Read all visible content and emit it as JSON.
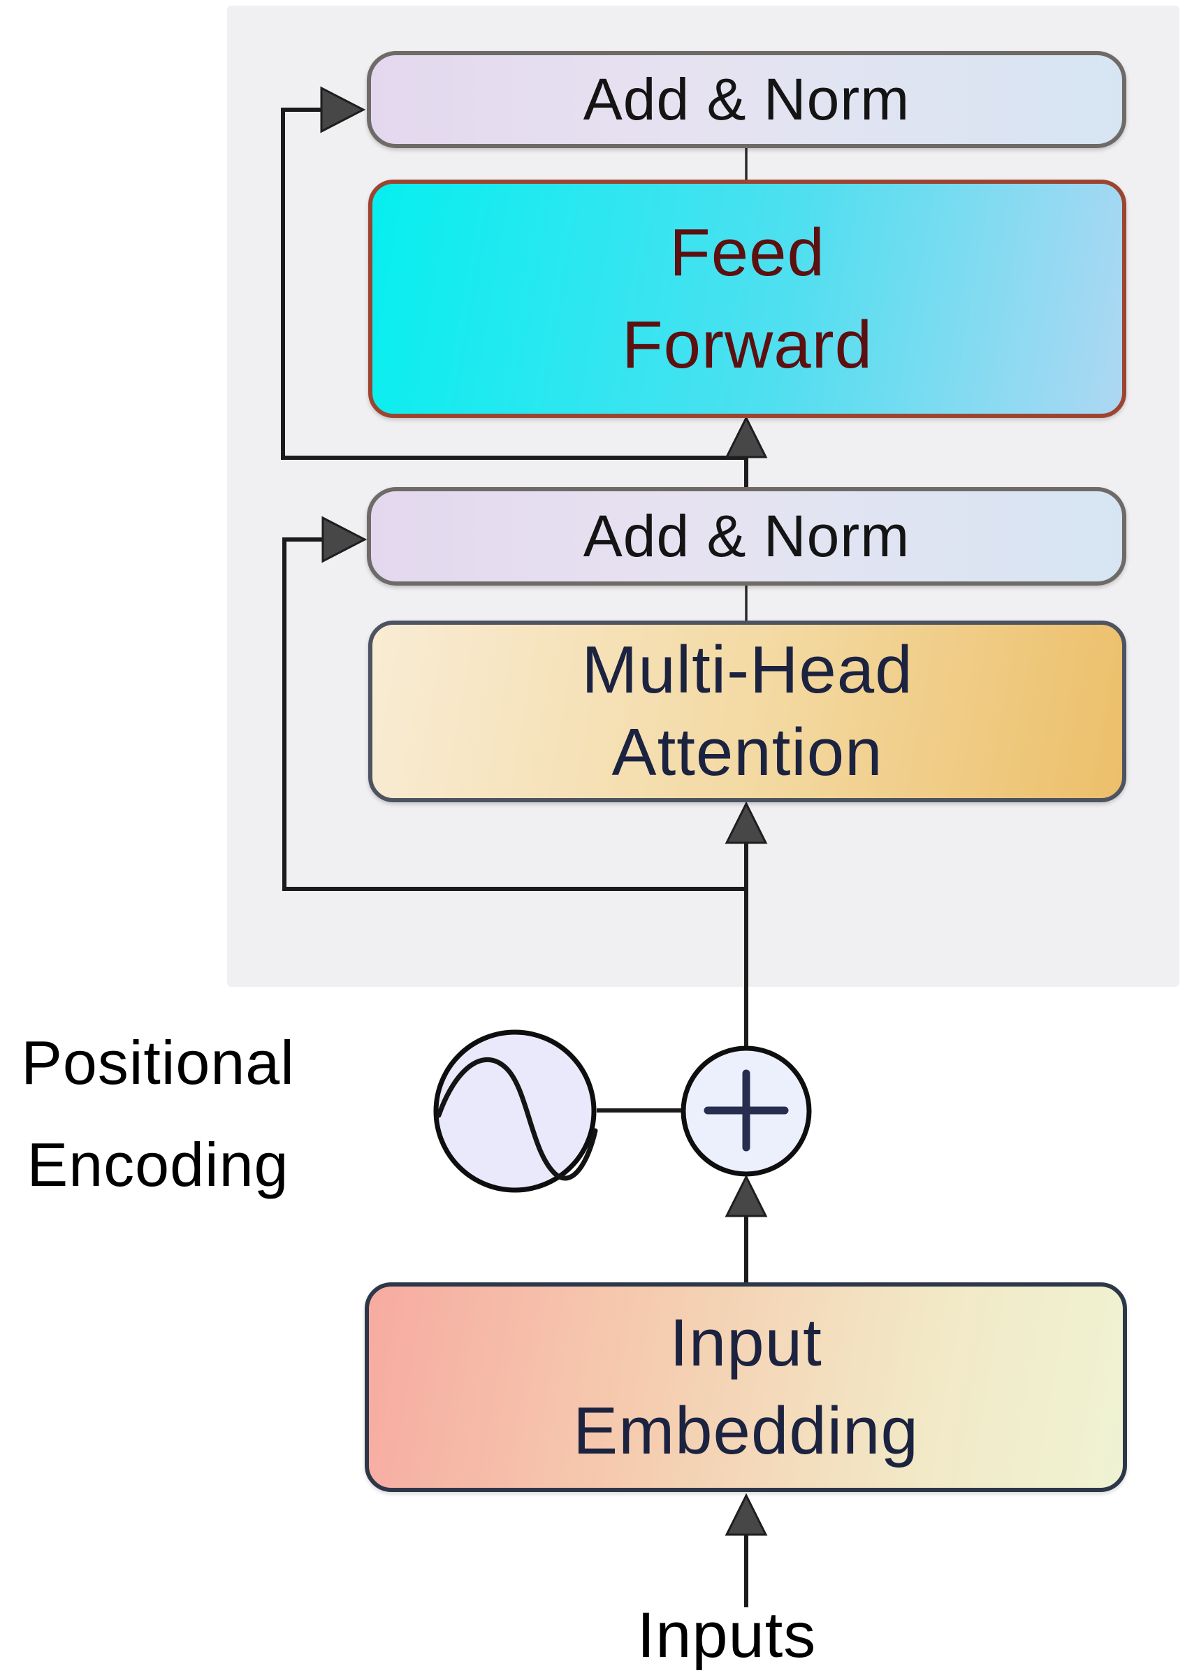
{
  "diagram": {
    "kind": "transformer-encoder-block",
    "blocks": {
      "add_norm_top": {
        "label": "Add & Norm"
      },
      "feed_forward": {
        "line1": "Feed",
        "line2": "Forward"
      },
      "add_norm_mid": {
        "label": "Add & Norm"
      },
      "multi_head_attention": {
        "line1": "Multi-Head",
        "line2": "Attention"
      },
      "input_embedding": {
        "line1": "Input",
        "line2": "Embedding"
      }
    },
    "labels": {
      "positional_encoding_line1": "Positional",
      "positional_encoding_line2": "Encoding",
      "inputs": "Inputs"
    },
    "icons": {
      "sine": "sine-wave-icon",
      "plus": "plus-icon"
    },
    "colors": {
      "panel_background": "#f0eff1",
      "add_norm_gradient_left": "#e4d8ee",
      "add_norm_gradient_right": "#d7e5f3",
      "add_norm_border": "#6e6a67",
      "feed_forward_gradient_left": "#06efef",
      "feed_forward_gradient_right": "#aed7f2",
      "feed_forward_border": "#9c4430",
      "feed_forward_text": "#5c1010",
      "attention_gradient_left": "#f9ecd4",
      "attention_gradient_right": "#ecbf6a",
      "attention_border": "#4d5360",
      "embedding_gradient_left": "#f7aba1",
      "embedding_gradient_right": "#eff3d3",
      "embedding_border": "#2c3747",
      "wire": "#1b1b1b",
      "arrowhead": "#474747",
      "circle_fill": "#e9e9fb",
      "dark_text": "#1c2340"
    }
  }
}
